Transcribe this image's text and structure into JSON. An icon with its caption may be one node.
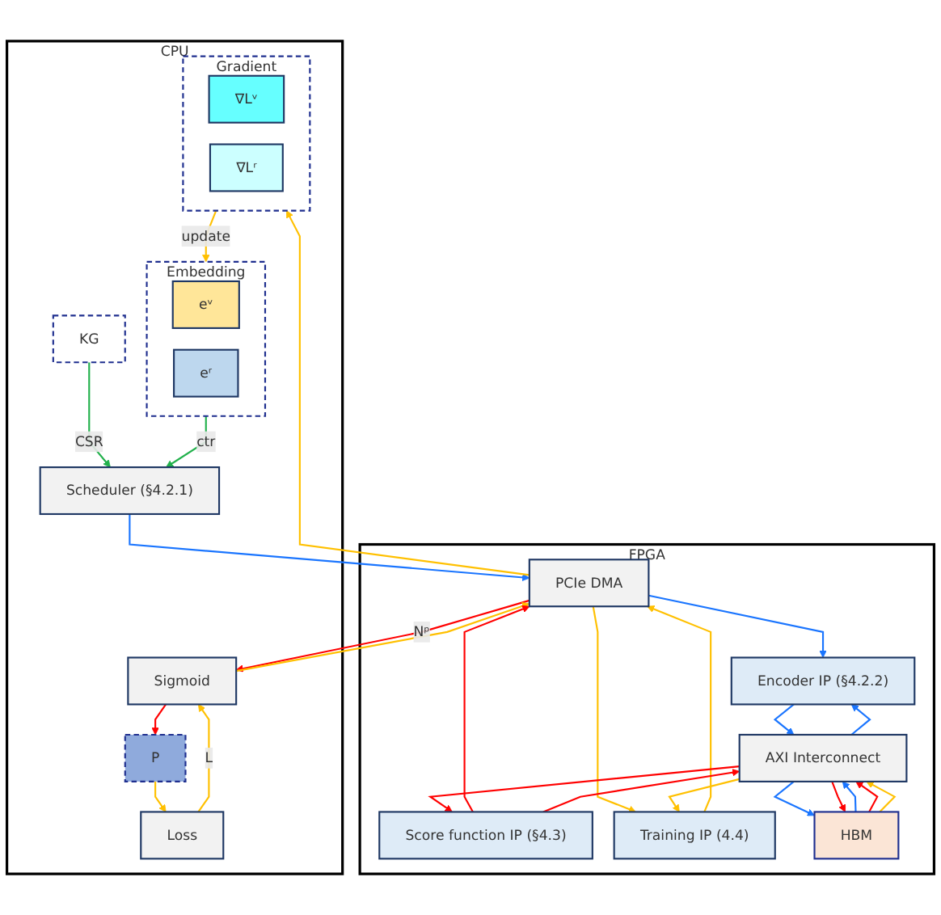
{
  "diagram": {
    "nodes": [
      {
        "text": [
          "CPU"
        ]
      },
      {
        "text": [
          "KG"
        ],
        "in": 0
      },
      {
        "text": [
          "Embedding"
        ],
        "in": 0
      },
      {
        "text": [
          "eᵛ"
        ],
        "in": 2
      },
      {
        "text": [
          "eʳ"
        ],
        "in": 2
      },
      {
        "text": [
          "Gradient"
        ],
        "in": 0
      },
      {
        "text": [
          "∇Lᵛ"
        ],
        "in": 5
      },
      {
        "text": [
          "∇Lʳ"
        ],
        "in": 5
      },
      {
        "text": [
          "Loss"
        ],
        "in": 0
      },
      {
        "text": [
          "P"
        ],
        "in": 0
      },
      {
        "text": [
          "Scheduler (§4.2.1)"
        ],
        "in": 0
      },
      {
        "text": [
          "Sigmoid"
        ],
        "in": 0
      },
      {
        "text": [
          "FPGA"
        ]
      },
      {
        "text": [
          "PCIe DMA"
        ],
        "in": 12
      },
      {
        "text": [
          "Encoder IP (§4.2.2)"
        ],
        "in": 12
      },
      {
        "text": [
          "Score function IP (§4.3)"
        ],
        "in": 12
      },
      {
        "text": [
          "Training IP (4.4)"
        ],
        "in": 12
      },
      {
        "text": [
          "AXI Interconnect"
        ],
        "in": 12
      },
      {
        "text": [
          "HBM"
        ],
        "in": 12
      }
    ],
    "edges": [
      {
        "from": 1,
        "to": 10,
        "arrow": "to",
        "label": "CSR",
        "color": "#22b14c"
      },
      {
        "from": 2,
        "to": 10,
        "arrow": "to",
        "label": "ctr",
        "color": "#22b14c"
      },
      {
        "from": 5,
        "to": 2,
        "arrow": "to",
        "label": "update",
        "color": "#ffc000"
      },
      {
        "from": 9,
        "to": 8,
        "arrow": "to",
        "color": "#ffc000"
      },
      {
        "from": 11,
        "to": 9,
        "arrow": "to",
        "color": "#ff0000"
      },
      {
        "from": 8,
        "to": 11,
        "arrow": "to",
        "label": "L",
        "color": "#ffc000"
      },
      {
        "from": 10,
        "to": 13,
        "arrow": "to",
        "color": "#1a75ff"
      },
      {
        "from": 13,
        "to": 11,
        "arrow": "to",
        "label": "Nᵖ",
        "color": "#ff0000"
      },
      {
        "from": 11,
        "to": 13,
        "arrow": "to",
        "color": "#ffc000"
      },
      {
        "from": 13,
        "to": 5,
        "arrow": "to",
        "color": "#ffc000"
      },
      {
        "from": 13,
        "to": 14,
        "arrow": "to",
        "color": "#1a75ff"
      },
      {
        "from": 15,
        "to": 13,
        "arrow": "to",
        "color": "#ff0000"
      },
      {
        "from": 13,
        "to": 16,
        "arrow": "to",
        "color": "#ffc000"
      },
      {
        "from": 16,
        "to": 13,
        "arrow": "to",
        "color": "#ffc000"
      },
      {
        "from": 14,
        "to": 17,
        "arrow": "to",
        "color": "#1a75ff"
      },
      {
        "from": 17,
        "to": 14,
        "arrow": "to",
        "color": "#1a75ff"
      },
      {
        "from": 15,
        "to": 17,
        "arrow": "to",
        "color": "#ff0000"
      },
      {
        "from": 17,
        "to": 15,
        "arrow": "to",
        "color": "#ff0000"
      },
      {
        "from": 17,
        "to": 16,
        "arrow": "to",
        "color": "#ffc000"
      },
      {
        "from": 17,
        "to": 18,
        "arrow": "to",
        "color": "#1a75ff"
      },
      {
        "from": 18,
        "to": 17,
        "arrow": "to",
        "color": "#1a75ff"
      },
      {
        "from": 17,
        "to": 18,
        "arrow": "to",
        "color": "#ff0000"
      },
      {
        "from": 18,
        "to": 17,
        "arrow": "to",
        "color": "#ff0000"
      },
      {
        "from": 18,
        "to": 17,
        "arrow": "to",
        "color": "#ffc000"
      }
    ]
  }
}
